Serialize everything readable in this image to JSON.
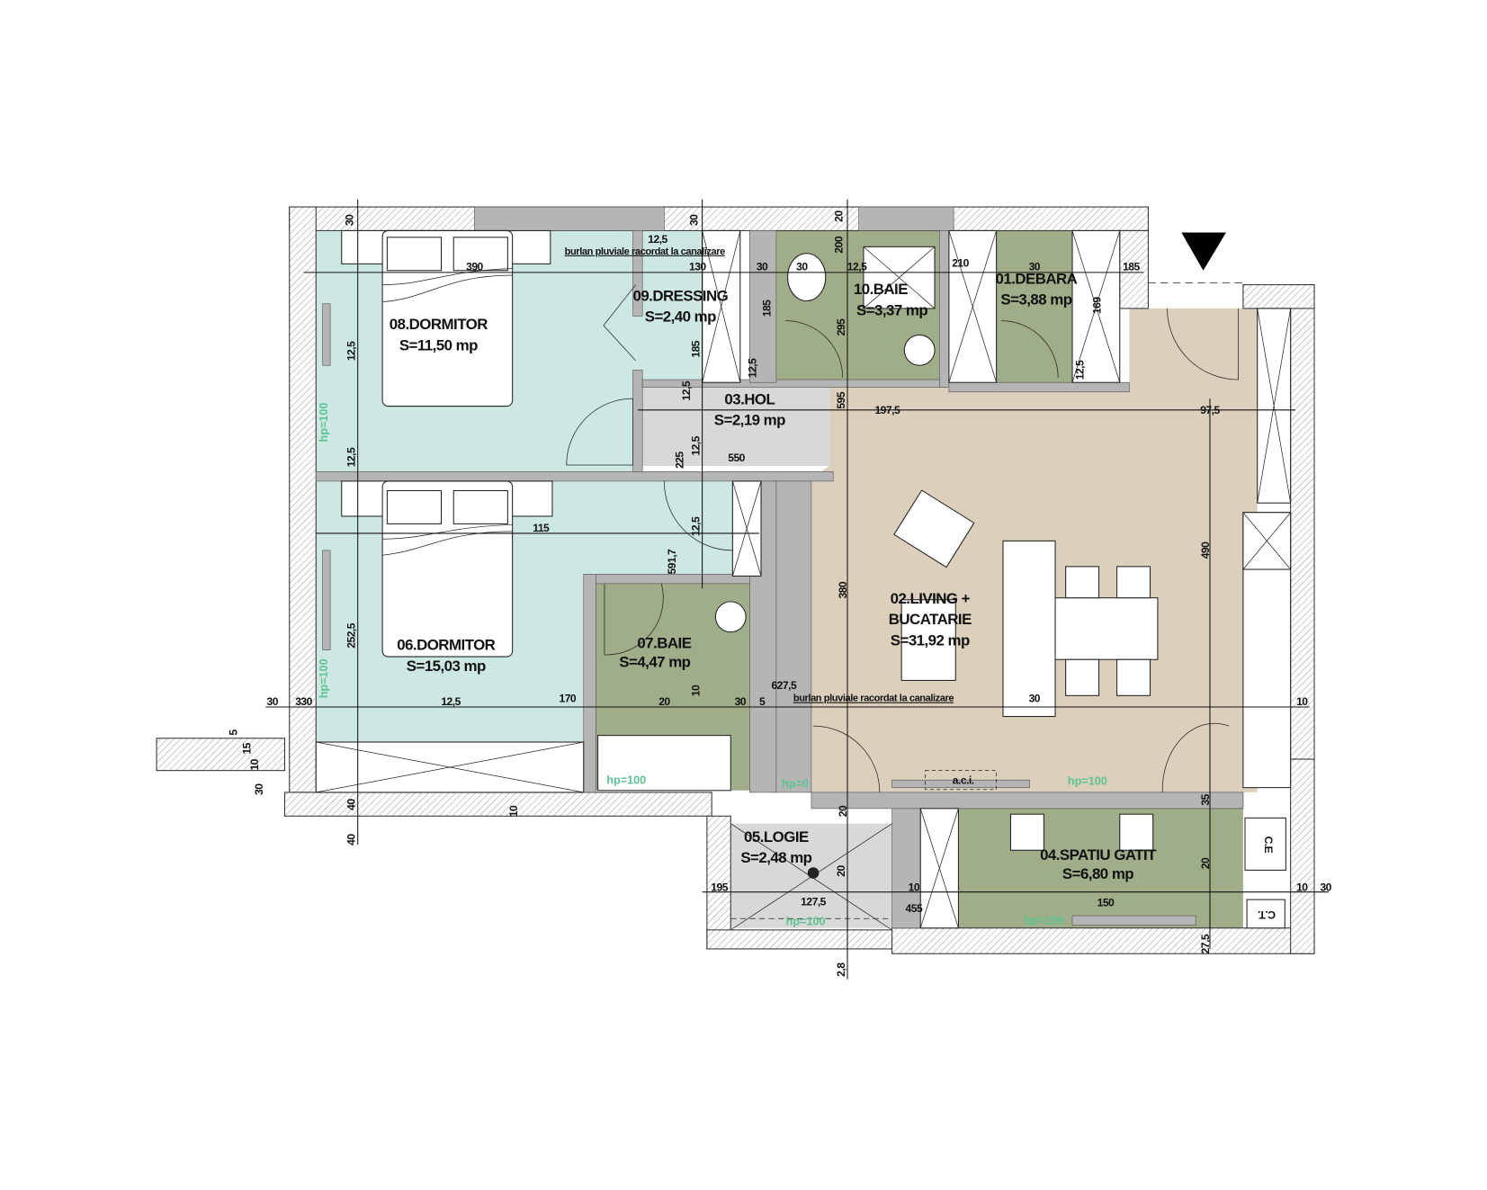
{
  "colors": {
    "bedroom": "#cde8e3",
    "bathroom": "#a0ad89",
    "living": "#dccfbb",
    "hall": "#d8d8d8",
    "wall": "#b5b5b5",
    "hp_text": "#5cc492"
  },
  "rooms": [
    {
      "name": "08.DORMITOR",
      "area": "S=11,50 mp"
    },
    {
      "name": "09.DRESSING",
      "area": "S=2,40 mp"
    },
    {
      "name": "10.BAIE",
      "area": "S=3,37 mp"
    },
    {
      "name": "01.DEBARA",
      "area": "S=3,88 mp"
    },
    {
      "name": "03.HOL",
      "area": "S=2,19 mp"
    },
    {
      "name": "06.DORMITOR",
      "area": "S=15,03 mp"
    },
    {
      "name": "07.BAIE",
      "area": "S=4,47 mp"
    },
    {
      "name": "02.LIVING +",
      "name2": "BUCATARIE",
      "area": "S=31,92 mp"
    },
    {
      "name": "05.LOGIE",
      "area": "S=2,48 mp"
    },
    {
      "name": "04.SPATIU GATIT",
      "area": "S=6,80 mp"
    }
  ],
  "notes": [
    "burlan pluviale racordat la canalizare",
    "burlan pluviale racordat la canalizare"
  ],
  "hp_labels": [
    "hp=100",
    "hp=100",
    "hp=100",
    "hp=0",
    "hp=100",
    "hp=100",
    "hp=100"
  ],
  "symbols": {
    "aci": "a.c.i.",
    "ce": "C.E",
    "ct": "C.T."
  },
  "dimensions": [
    "30",
    "390",
    "12,5",
    "130",
    "30",
    "30",
    "30",
    "20",
    "200",
    "12,5",
    "210",
    "30",
    "185",
    "185",
    "185",
    "169",
    "295",
    "12,5",
    "12,5",
    "12,5",
    "12,5",
    "595",
    "197,5",
    "97,5",
    "12,5",
    "12,5",
    "225",
    "550",
    "115",
    "12,5",
    "591,7",
    "490",
    "380",
    "252,5",
    "10",
    "30",
    "330",
    "12,5",
    "170",
    "20",
    "30",
    "5",
    "627,5",
    "30",
    "10",
    "5",
    "15",
    "10",
    "30",
    "40",
    "10",
    "40",
    "20",
    "35",
    "195",
    "127,5",
    "20",
    "10",
    "455",
    "150",
    "20",
    "10",
    "30",
    "27,5",
    "2,8"
  ]
}
